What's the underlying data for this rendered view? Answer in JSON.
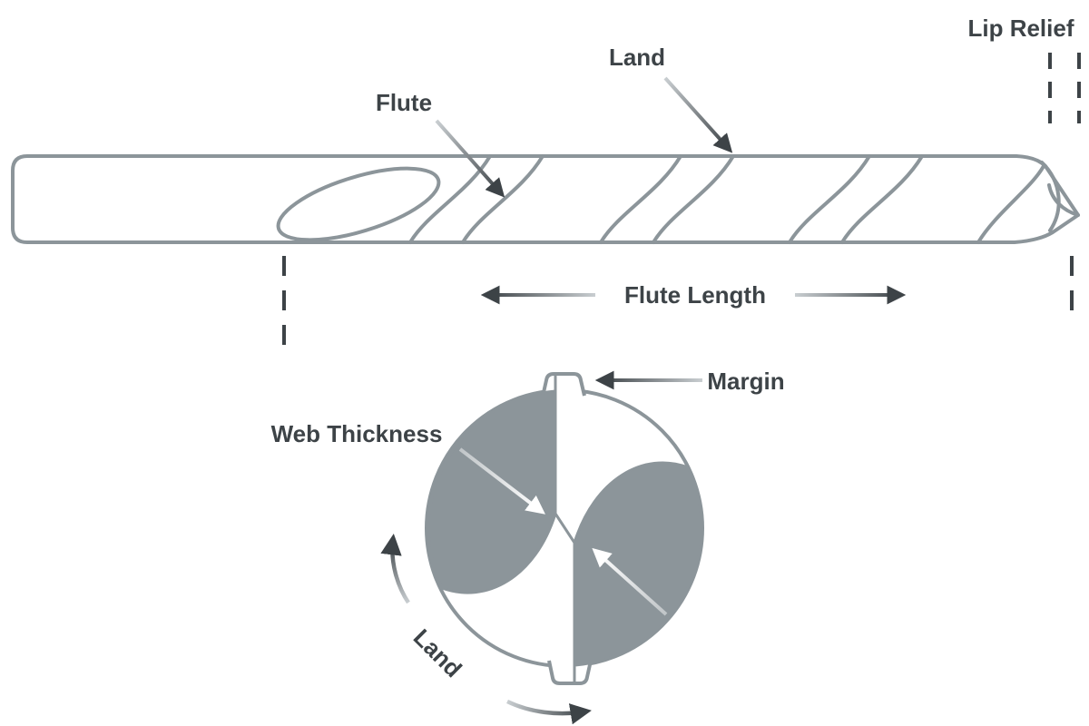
{
  "page": {
    "background_color": "#ffffff",
    "description": "Twist drill bit nomenclature diagram: side view of drill bit above, point cross-section view below"
  },
  "colors": {
    "drill_outline": "#8c959a",
    "flute_face_fill": "#8c959a",
    "label_text": "#3d4347",
    "arrow_dark": "#3d4347",
    "arrow_light": "#c9ced1",
    "arrow_white": "#ffffff"
  },
  "side_view": {
    "flute_label": "Flute",
    "land_label": "Land",
    "lip_relief_label": "Lip Relief",
    "flute_length_label": "Flute Length"
  },
  "cross_section_view": {
    "margin_label": "Margin",
    "web_thickness_label": "Web Thickness",
    "land_label": "Land"
  }
}
